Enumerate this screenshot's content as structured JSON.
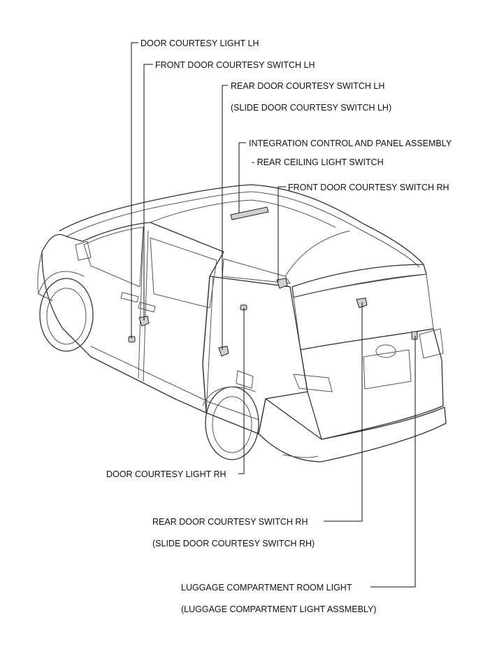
{
  "labels": {
    "door_courtesy_light_lh": "DOOR COURTESY LIGHT LH",
    "front_door_courtesy_switch_lh": "FRONT DOOR COURTESY SWITCH LH",
    "rear_door_courtesy_switch_lh": "REAR DOOR COURTESY SWITCH LH",
    "slide_door_courtesy_switch_lh": "(SLIDE DOOR COURTESY SWITCH LH)",
    "integration_control_panel": "INTEGRATION CONTROL AND PANEL ASSEMBLY",
    "rear_ceiling_light_switch": "- REAR CEILING LIGHT SWITCH",
    "front_door_courtesy_switch_rh": "FRONT DOOR COURTESY SWITCH RH",
    "door_courtesy_light_rh": "DOOR COURTESY LIGHT RH",
    "rear_door_courtesy_switch_rh": "REAR DOOR COURTESY SWITCH RH",
    "slide_door_courtesy_switch_rh": "(SLIDE DOOR COURTESY SWITCH RH)",
    "luggage_compartment_room_light": "LUGGAGE COMPARTMENT ROOM LIGHT",
    "luggage_compartment_light_assembly": "(LUGGAGE COMPARTMENT LIGHT ASSMEBLY)"
  }
}
